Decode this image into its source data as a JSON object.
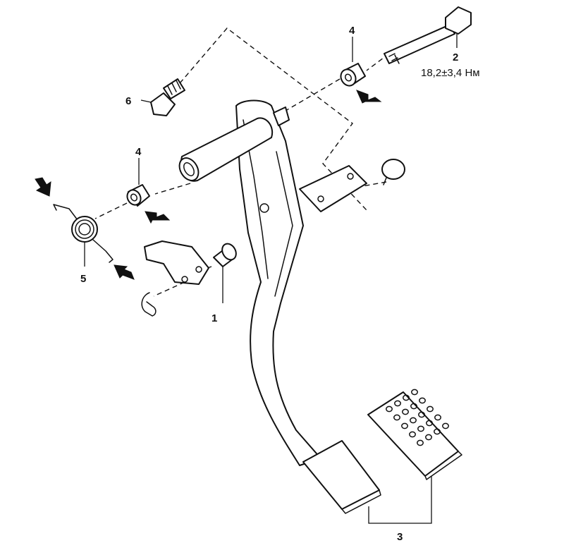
{
  "diagram": {
    "callouts": [
      {
        "id": "1",
        "text": "1"
      },
      {
        "id": "2",
        "text": "2"
      },
      {
        "id": "3",
        "text": "3"
      },
      {
        "id": "4a",
        "text": "4"
      },
      {
        "id": "4b",
        "text": "4"
      },
      {
        "id": "5",
        "text": "5"
      },
      {
        "id": "6",
        "text": "6"
      }
    ],
    "torque_spec": "18,2±3,4 Нм"
  }
}
